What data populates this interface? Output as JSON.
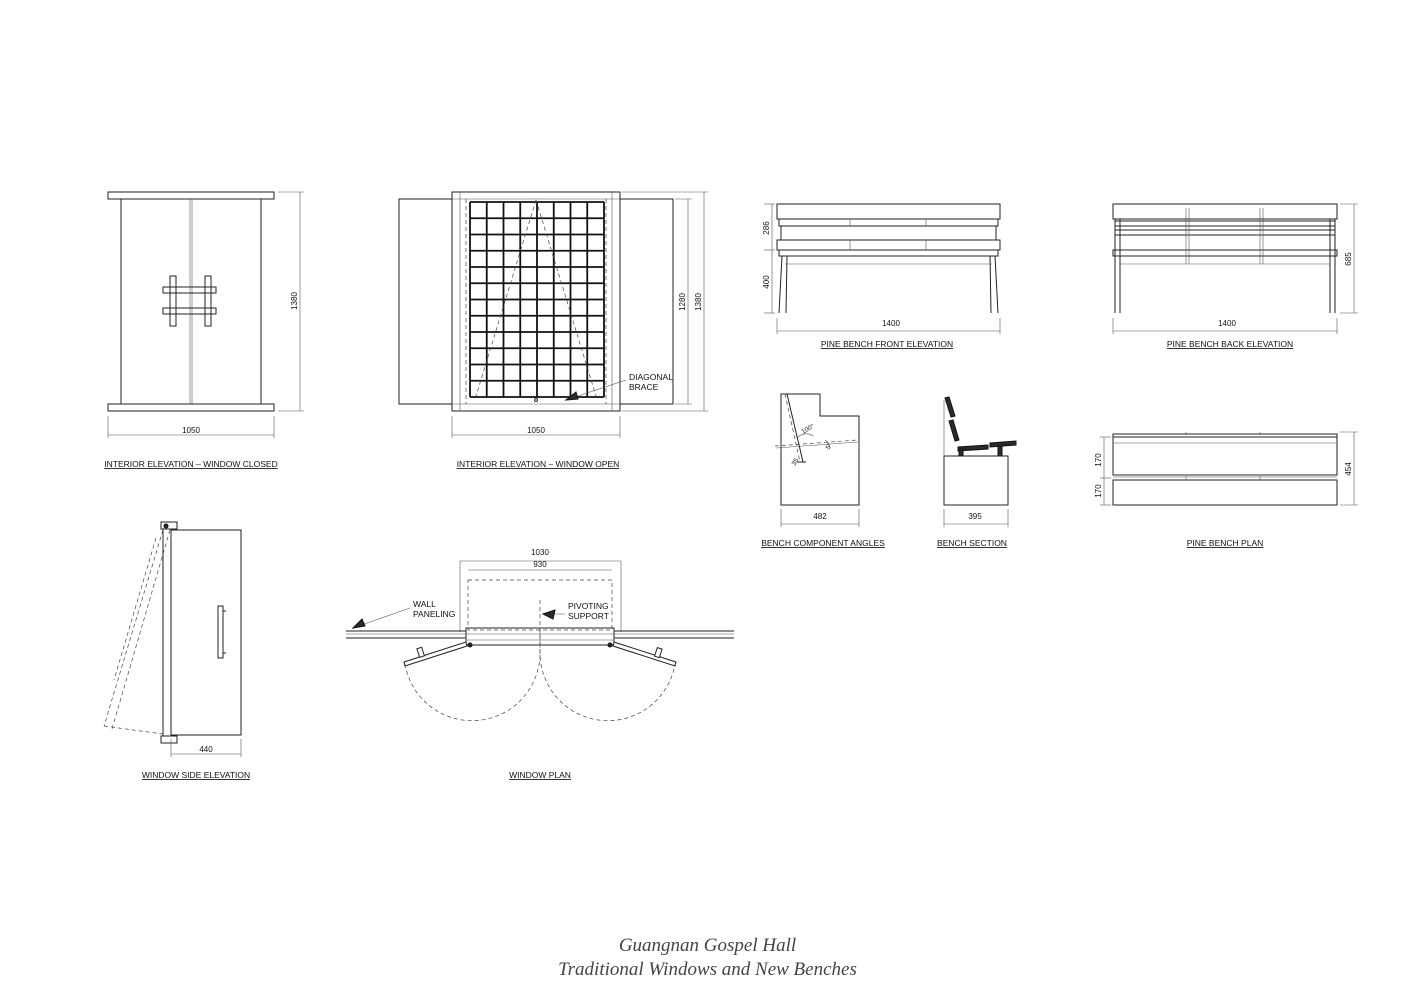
{
  "drawings": {
    "window_closed": {
      "caption": "INTERIOR ELEVATION – WINDOW CLOSED",
      "width_dim": "1050",
      "height_dim": "1380"
    },
    "window_open": {
      "caption": "INTERIOR ELEVATION – WINDOW OPEN",
      "width_dim": "1050",
      "height_dim_inner": "1280",
      "height_dim_outer": "1380",
      "note_diagonal_brace": [
        "DIAGONAL",
        "BRACE"
      ]
    },
    "bench_front": {
      "caption": "PINE BENCH FRONT ELEVATION",
      "width_dim": "1400",
      "back_dim": "286",
      "seat_dim": "400"
    },
    "bench_back": {
      "caption": "PINE BENCH BACK ELEVATION",
      "width_dim": "1400",
      "height_dim": "685"
    },
    "bench_angles": {
      "caption": "BENCH COMPONENT ANGLES",
      "width_dim": "482",
      "angle_back": "100°",
      "angle_seat": "5°",
      "angle_low": "35"
    },
    "bench_section": {
      "caption": "BENCH SECTION",
      "width_dim": "395"
    },
    "bench_plan": {
      "caption": "PINE BENCH PLAN",
      "dim_a": "170",
      "dim_b": "170",
      "depth_dim": "454"
    },
    "window_side": {
      "caption": "WINDOW SIDE ELEVATION",
      "width_dim": "440"
    },
    "window_plan": {
      "caption": "WINDOW PLAN",
      "outer_dim": "1030",
      "inner_dim": "930",
      "note_wall": [
        "WALL",
        "PANELING"
      ],
      "note_support": [
        "PIVOTING",
        "SUPPORT"
      ]
    }
  },
  "title_block": {
    "line1": "Guangnan Gospel Hall",
    "line2": "Traditional Windows and New Benches"
  }
}
